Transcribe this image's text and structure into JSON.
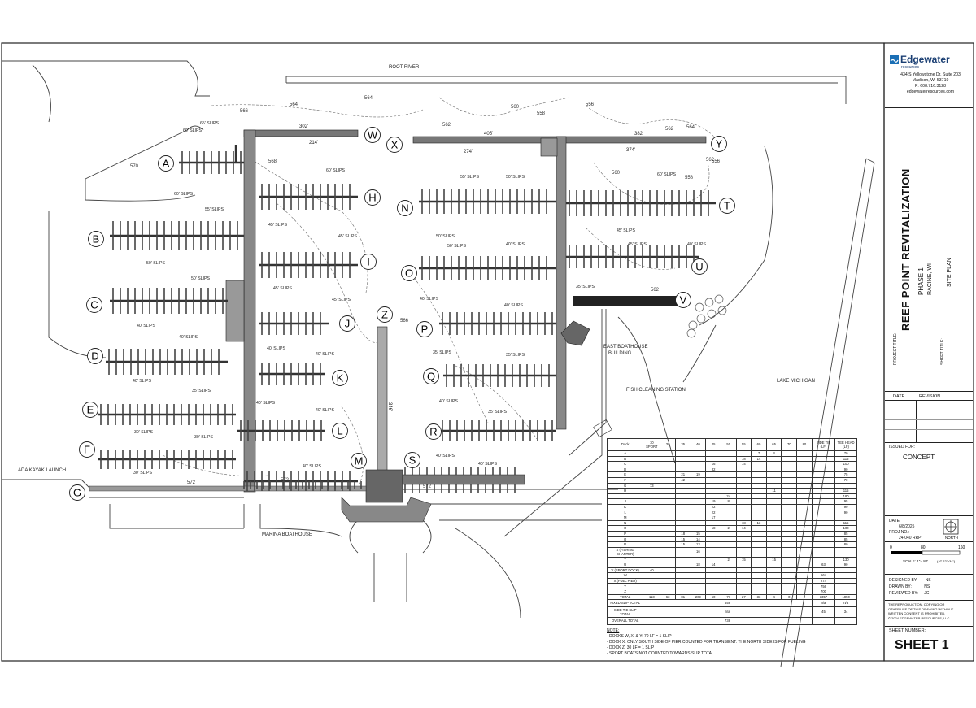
{
  "firm": {
    "name": "Edgewater",
    "sub": "resources",
    "address1": "434 S Yellowstone Dr, Suite 203",
    "address2": "Madison, WI 53719",
    "phone": "P: 608.716.3128",
    "web": "edgewaterresources.com"
  },
  "project": {
    "title_label": "PROJECT TITLE:",
    "title": "REEF POINT REVITALIZATION",
    "phase": "PHASE 1",
    "location": "RACINE, WI",
    "sheet_title_label": "SHEET TITLE:",
    "sheet_title": "SITE PLAN"
  },
  "revision": {
    "date_label": "DATE",
    "revision_label": "REVISION"
  },
  "issued": {
    "label": "ISSUED FOR:",
    "value": "CONCEPT"
  },
  "meta": {
    "date_label": "DATE:",
    "date": "6/8/2025",
    "proj_label": "PROJ NO.:",
    "proj": "24-040 RRP",
    "designed_label": "DESIGNED BY:",
    "designed": "NS",
    "drawn_label": "DRAWN BY:",
    "drawn": "NS",
    "reviewed_label": "REVIEWED BY:",
    "reviewed": "JC"
  },
  "scale": {
    "ticks": [
      "0",
      "80",
      "160"
    ],
    "text": "SCALE: 1\"= 80'",
    "sheet_size": "(AT 22\"x34\")",
    "north": "NORTH"
  },
  "copyright": [
    "THE REPRODUCTION, COPYING OR",
    "OTHER USE OF THIS DRAWING WITHOUT",
    "WRITTEN CONSENT IS PROHIBITED.",
    "© 2024 EDGEWATER RESOURCES, LLC"
  ],
  "sheet_number": {
    "label": "SHEET NUMBER:",
    "value": "SHEET 1"
  },
  "map_labels": {
    "root_river": "ROOT RIVER",
    "lake_michigan": "LAKE MICHIGAN",
    "east_boathouse": "EAST BOATHOUSE",
    "east_boathouse2": "BUILDING",
    "fish_cleaning": "FISH CLEANING STATION",
    "marina_boathouse": "MARINA BOATHOUSE",
    "ada_kayak": "ADA KAYAK LAUNCH",
    "dim_302": "302'",
    "dim_214": "214'",
    "dim_405": "405'",
    "dim_274": "274'",
    "dim_382": "382'",
    "dim_374": "374'",
    "dim_346": "346'"
  },
  "dock_letters": [
    "A",
    "B",
    "C",
    "D",
    "E",
    "F",
    "G",
    "H",
    "I",
    "J",
    "K",
    "L",
    "M",
    "N",
    "O",
    "P",
    "Q",
    "R",
    "S",
    "T",
    "U",
    "V",
    "W",
    "X",
    "Y",
    "Z"
  ],
  "slip_labels": {
    "a1": "65' SLIPS",
    "a2": "60' SLIPS",
    "a3": "60' SLIPS",
    "b1": "55' SLIPS",
    "b2": "50' SLIPS",
    "c1": "50' SLIPS",
    "c2": "40' SLIPS",
    "d1": "40' SLIPS",
    "d2": "40' SLIPS",
    "e1": "35' SLIPS",
    "e2": "30' SLIPS",
    "f1": "30' SLIPS",
    "f2": "30' SLIPS",
    "h1": "60' SLIPS",
    "h2": "45' SLIPS",
    "i1": "45' SLIPS",
    "i2": "45' SLIPS",
    "j1": "45' SLIPS",
    "j2": "40' SLIPS",
    "k1": "40' SLIPS",
    "k2": "40' SLIPS",
    "l1": "40' SLIPS",
    "m1": "40' SLIPS",
    "n1": "55' SLIPS",
    "n2": "50' SLIPS",
    "n3": "50' SLIPS",
    "o1": "50' SLIPS",
    "o2": "40' SLIPS",
    "o3": "40' SLIPS",
    "p1": "40' SLIPS",
    "p2": "35' SLIPS",
    "q1": "35' SLIPS",
    "q2": "40' SLIPS",
    "r1": "35' SLIPS",
    "s1": "40' SLIPS",
    "t1": "60' SLIPS",
    "t2": "45' SLIPS",
    "u1": "45' SLIPS",
    "u2": "40' SLIPS",
    "u3": "35' SLIPS"
  },
  "contours": [
    "566",
    "564",
    "564",
    "562",
    "560",
    "558",
    "556",
    "570",
    "568",
    "562",
    "564",
    "562",
    "566",
    "562",
    "560",
    "558",
    "556",
    "572",
    "572",
    "572"
  ],
  "table": {
    "headers": [
      "Dock",
      "10 SPORT",
      "30",
      "35",
      "40",
      "45",
      "50",
      "55",
      "60",
      "65",
      "70",
      "80",
      "SIDE TIE (LF)",
      "TEE HEAD (LF)"
    ],
    "rows": [
      [
        "A",
        "",
        "",
        "",
        "",
        "",
        "",
        "",
        "7",
        "4",
        "",
        "",
        "",
        "70"
      ],
      [
        "B",
        "",
        "",
        "",
        "",
        "",
        "",
        "18",
        "14",
        "",
        "",
        "",
        "",
        "115"
      ],
      [
        "C",
        "",
        "",
        "",
        "",
        "16",
        "",
        "14",
        "",
        "",
        "",
        "",
        "",
        "100"
      ],
      [
        "D",
        "",
        "",
        "",
        "",
        "32",
        "",
        "",
        "",
        "",
        "",
        "",
        "",
        "90"
      ],
      [
        "E",
        "",
        "",
        "21",
        "19",
        "",
        "",
        "",
        "",
        "",
        "",
        "",
        "",
        "75"
      ],
      [
        "F",
        "",
        "",
        "42",
        "",
        "",
        "",
        "",
        "",
        "",
        "",
        "",
        "",
        "70"
      ],
      [
        "G",
        "73",
        "",
        "",
        "",
        "",
        "",
        "",
        "",
        "",
        "",
        "",
        "",
        ""
      ],
      [
        "H",
        "",
        "",
        "",
        "",
        "",
        "",
        "",
        "",
        "11",
        "",
        "",
        "",
        "115"
      ],
      [
        "I",
        "",
        "",
        "",
        "",
        "",
        "24",
        "",
        "",
        "",
        "",
        "",
        "",
        "180"
      ],
      [
        "J",
        "",
        "",
        "",
        "",
        "19",
        "8",
        "",
        "",
        "",
        "",
        "",
        "",
        "95"
      ],
      [
        "K",
        "",
        "",
        "",
        "",
        "22",
        "",
        "",
        "",
        "",
        "",
        "",
        "",
        "90"
      ],
      [
        "L",
        "",
        "",
        "",
        "",
        "22",
        "",
        "",
        "",
        "",
        "",
        "",
        "",
        "90"
      ],
      [
        "M",
        "",
        "",
        "",
        "",
        "17",
        "",
        "",
        "",
        "",
        "",
        "",
        "",
        ""
      ],
      [
        "N",
        "",
        "",
        "",
        "",
        "",
        "",
        "18",
        "13",
        "",
        "",
        "",
        "",
        "115"
      ],
      [
        "O",
        "",
        "",
        "",
        "",
        "18",
        "2",
        "14",
        "",
        "",
        "",
        "",
        "",
        "100"
      ],
      [
        "P",
        "",
        "",
        "18",
        "15",
        "",
        "",
        "",
        "",
        "",
        "",
        "",
        "",
        "85"
      ],
      [
        "Q",
        "",
        "",
        "15",
        "14",
        "",
        "",
        "",
        "",
        "",
        "",
        "",
        "",
        "85"
      ],
      [
        "R",
        "",
        "",
        "15",
        "13",
        "",
        "",
        "",
        "",
        "",
        "",
        "",
        "",
        "80"
      ],
      [
        "S (FISHING CHARTER)",
        "",
        "",
        "",
        "16",
        "",
        "",
        "",
        "",
        "",
        "",
        "",
        "",
        ""
      ],
      [
        "T",
        "",
        "",
        "",
        "",
        "",
        "2",
        "15",
        "",
        "15",
        "",
        "",
        "",
        "130"
      ],
      [
        "U",
        "",
        "",
        "",
        "18",
        "14",
        "",
        "",
        "",
        "",
        "",
        "",
        "63",
        "90"
      ],
      [
        "V (SPORT DOCK)",
        "40",
        "",
        "",
        "",
        "",
        "",
        "",
        "",
        "",
        "",
        "",
        "",
        ""
      ],
      [
        "W",
        "",
        "",
        "",
        "",
        "",
        "",
        "",
        "",
        "",
        "",
        "",
        "564",
        ""
      ],
      [
        "X (FUEL PIER)",
        "",
        "",
        "",
        "",
        "",
        "",
        "",
        "",
        "",
        "",
        "",
        "274",
        ""
      ],
      [
        "Y",
        "",
        "",
        "",
        "",
        "",
        "",
        "",
        "",
        "",
        "",
        "",
        "756",
        ""
      ],
      [
        "Z",
        "",
        "",
        "",
        "",
        "",
        "",
        "",
        "",
        "",
        "",
        "",
        "700",
        ""
      ],
      [
        "TOTAL",
        "113",
        "63",
        "81",
        "209",
        "50",
        "77",
        "27",
        "33",
        "4",
        "0",
        "2",
        "3357",
        "1850"
      ]
    ],
    "summary": [
      {
        "label": "FIXED SLIP TOTAL",
        "mid": "658",
        "c1": "n/a",
        "c2": "n/a"
      },
      {
        "label": "SIDE TIE SLIP TOTAL",
        "mid": "n/a",
        "c1": "45",
        "c2": "34"
      },
      {
        "label": "OVERALL TOTAL",
        "mid": "738",
        "c1": "",
        "c2": ""
      }
    ],
    "notes_title": "NOTE:",
    "notes": [
      "- DOCKS W, X, & Y: 70 LF = 1 SLIP",
      "- DOCK X: ONLY SOUTH SIDE OF PIER COUNTED FOR TRANSIENT. THE NORTH SIDE IS FOR FUELING",
      "- DOCK Z: 30 LF = 1 SLIP",
      "- SPORT BOATS NOT COUNTED TOWARDS SLIP TOTAL"
    ]
  }
}
